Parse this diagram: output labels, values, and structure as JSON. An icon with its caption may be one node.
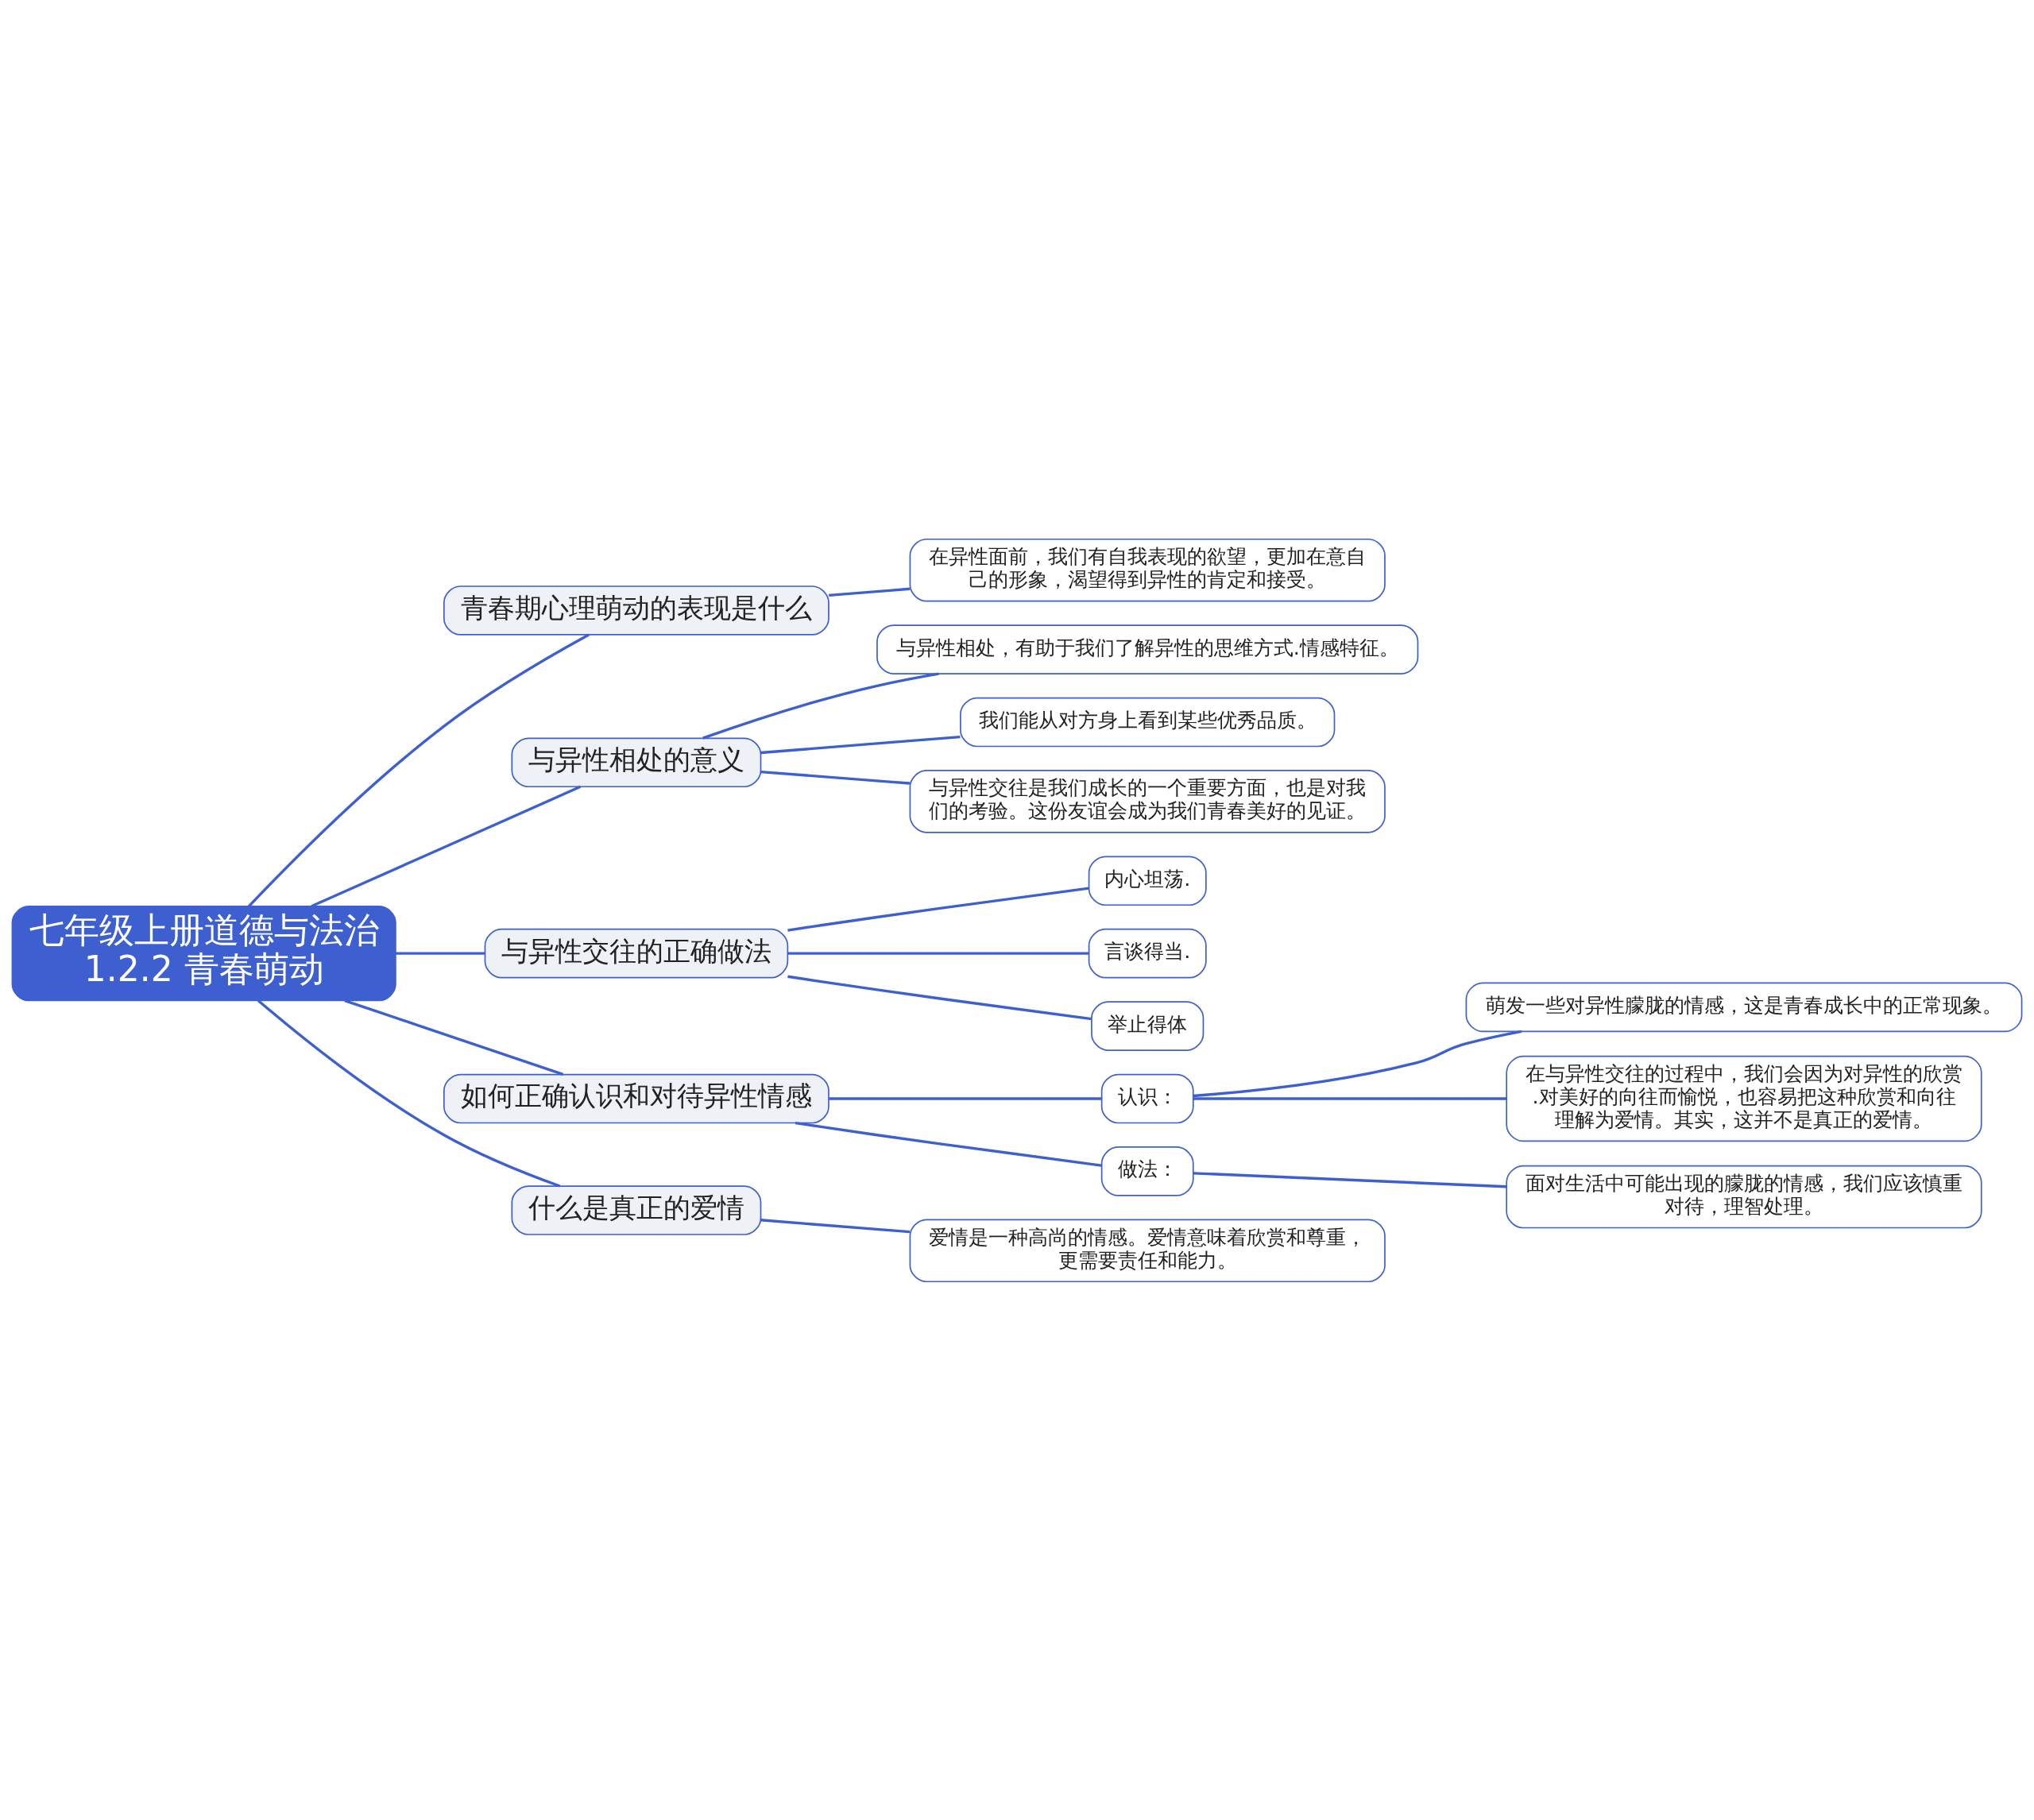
{
  "diagram": {
    "nodes": [
      {
        "text": [
          "七年级上册道德与法治1.2.2 青春萌动"
        ]
      },
      {
        "text": [
          "青春期心理萌动的表现是什么"
        ]
      },
      {
        "text": [
          "在异性面前，我们有自我表现的欲望，更加在意自己的形象，渴望得到异性的肯定和接受。"
        ]
      },
      {
        "text": [
          "与异性相处的意义"
        ]
      },
      {
        "text": [
          "与异性相处，有助于我们了解异性的思维方式.情感特征。"
        ]
      },
      {
        "text": [
          "我们能从对方身上看到某些优秀品质。"
        ]
      },
      {
        "text": [
          "与异性交往是我们成长的一个重要方面，也是对我们的考验。这份友谊会成为我们青春美好的见证。"
        ]
      },
      {
        "text": [
          "与异性交往的正确做法"
        ]
      },
      {
        "text": [
          "内心坦荡."
        ]
      },
      {
        "text": [
          "言谈得当."
        ]
      },
      {
        "text": [
          "举止得体"
        ]
      },
      {
        "text": [
          "如何正确认识和对待异性情感"
        ]
      },
      {
        "text": [
          "认识："
        ]
      },
      {
        "text": [
          "萌发一些对异性朦胧的情感，这是青春成长中的正常现象。"
        ]
      },
      {
        "text": [
          "在与异性交往的过程中，我们会因为对异性的欣赏.对美好的向往而愉悦，也容易把这种欣赏和向往理解为爱情。其实，这并不是真正的爱情。"
        ]
      },
      {
        "text": [
          "做法："
        ]
      },
      {
        "text": [
          "面对生活中可能出现的朦胧的情感，我们应该慎重对待，理智处理。"
        ]
      },
      {
        "text": [
          "什么是真正的爱情"
        ]
      },
      {
        "text": [
          "爱情是一种高尚的情感。爱情意味着欣赏和尊重，更需要责任和能力。"
        ]
      }
    ],
    "edges": [
      {
        "from": 0,
        "to": 1,
        "arrow": "none"
      },
      {
        "from": 1,
        "to": 2,
        "arrow": "none"
      },
      {
        "from": 0,
        "to": 3,
        "arrow": "none"
      },
      {
        "from": 3,
        "to": 4,
        "arrow": "none"
      },
      {
        "from": 3,
        "to": 5,
        "arrow": "none"
      },
      {
        "from": 3,
        "to": 6,
        "arrow": "none"
      },
      {
        "from": 0,
        "to": 7,
        "arrow": "none"
      },
      {
        "from": 7,
        "to": 8,
        "arrow": "none"
      },
      {
        "from": 7,
        "to": 9,
        "arrow": "none"
      },
      {
        "from": 7,
        "to": 10,
        "arrow": "none"
      },
      {
        "from": 0,
        "to": 11,
        "arrow": "none"
      },
      {
        "from": 11,
        "to": 12,
        "arrow": "none"
      },
      {
        "from": 12,
        "to": 13,
        "arrow": "none"
      },
      {
        "from": 12,
        "to": 14,
        "arrow": "none"
      },
      {
        "from": 11,
        "to": 15,
        "arrow": "none"
      },
      {
        "from": 15,
        "to": 16,
        "arrow": "none"
      },
      {
        "from": 0,
        "to": 17,
        "arrow": "none"
      },
      {
        "from": 17,
        "to": 18,
        "arrow": "none"
      }
    ]
  }
}
